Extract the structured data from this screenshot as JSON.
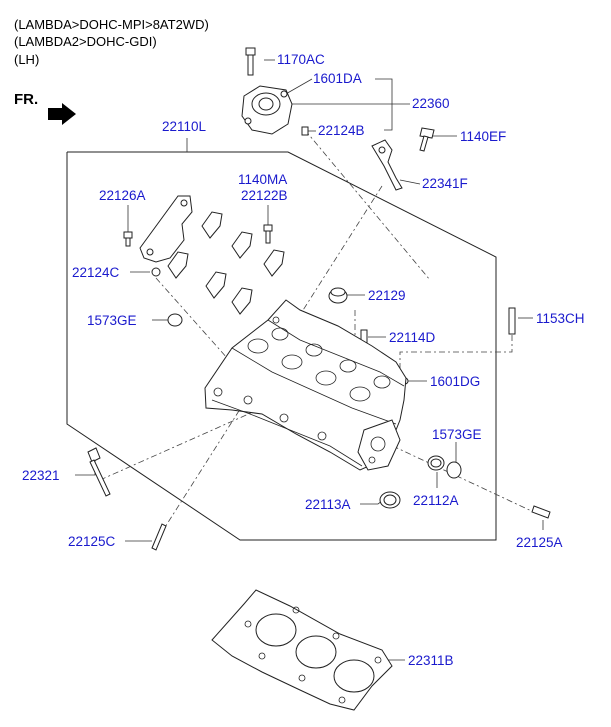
{
  "header": {
    "line1": "(LAMBDA>DOHC-MPI>8AT2WD)",
    "line2": "(LAMBDA2>DOHC-GDI)",
    "line3": "(LH)"
  },
  "direction": {
    "label": "FR.",
    "icon": "arrow-icon"
  },
  "parts": {
    "p1170AC": "1170AC",
    "p1601DA": "1601DA",
    "p22360": "22360",
    "p22124B": "22124B",
    "p1140EF": "1140EF",
    "p22341F": "22341F",
    "p22110L": "22110L",
    "p1140MA": "1140MA",
    "p22122B": "22122B",
    "p22126A": "22126A",
    "p22124C": "22124C",
    "p22129": "22129",
    "p1573GE_left": "1573GE",
    "p22114D": "22114D",
    "p1153CH": "1153CH",
    "p1601DG": "1601DG",
    "p1573GE_right": "1573GE",
    "p22321": "22321",
    "p22113A": "22113A",
    "p22112A": "22112A",
    "p22125C": "22125C",
    "p22125A": "22125A",
    "p22311B": "22311B"
  },
  "colors": {
    "label": "#1a1acd",
    "line": "#222222"
  }
}
